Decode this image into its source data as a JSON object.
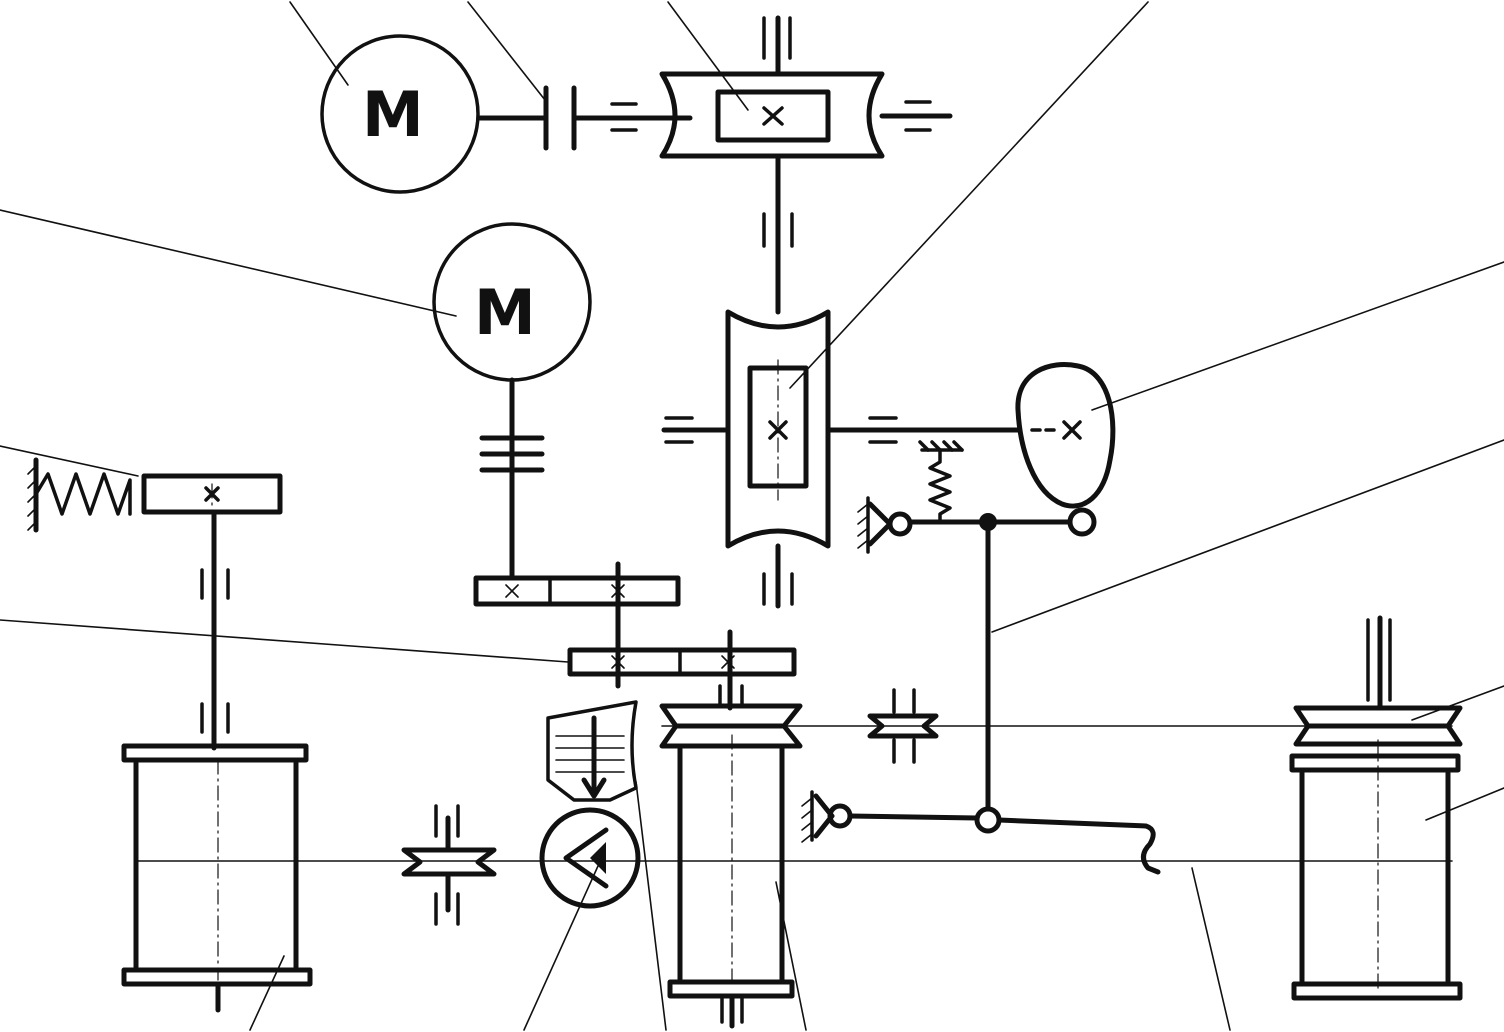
{
  "diagram": {
    "type": "kinematic-scheme",
    "line_color": "#111111",
    "background": "#ffffff"
  },
  "motors": {
    "motor_1": {
      "symbol": "M"
    },
    "motor_2": {
      "symbol": "M"
    }
  },
  "icons": [
    "motor-icon",
    "coupling-icon",
    "worm-gear-icon",
    "cam-icon",
    "spring-icon",
    "hinge-support-icon",
    "drum-icon",
    "pulley-icon",
    "pump-icon",
    "spur-gear-icon"
  ]
}
